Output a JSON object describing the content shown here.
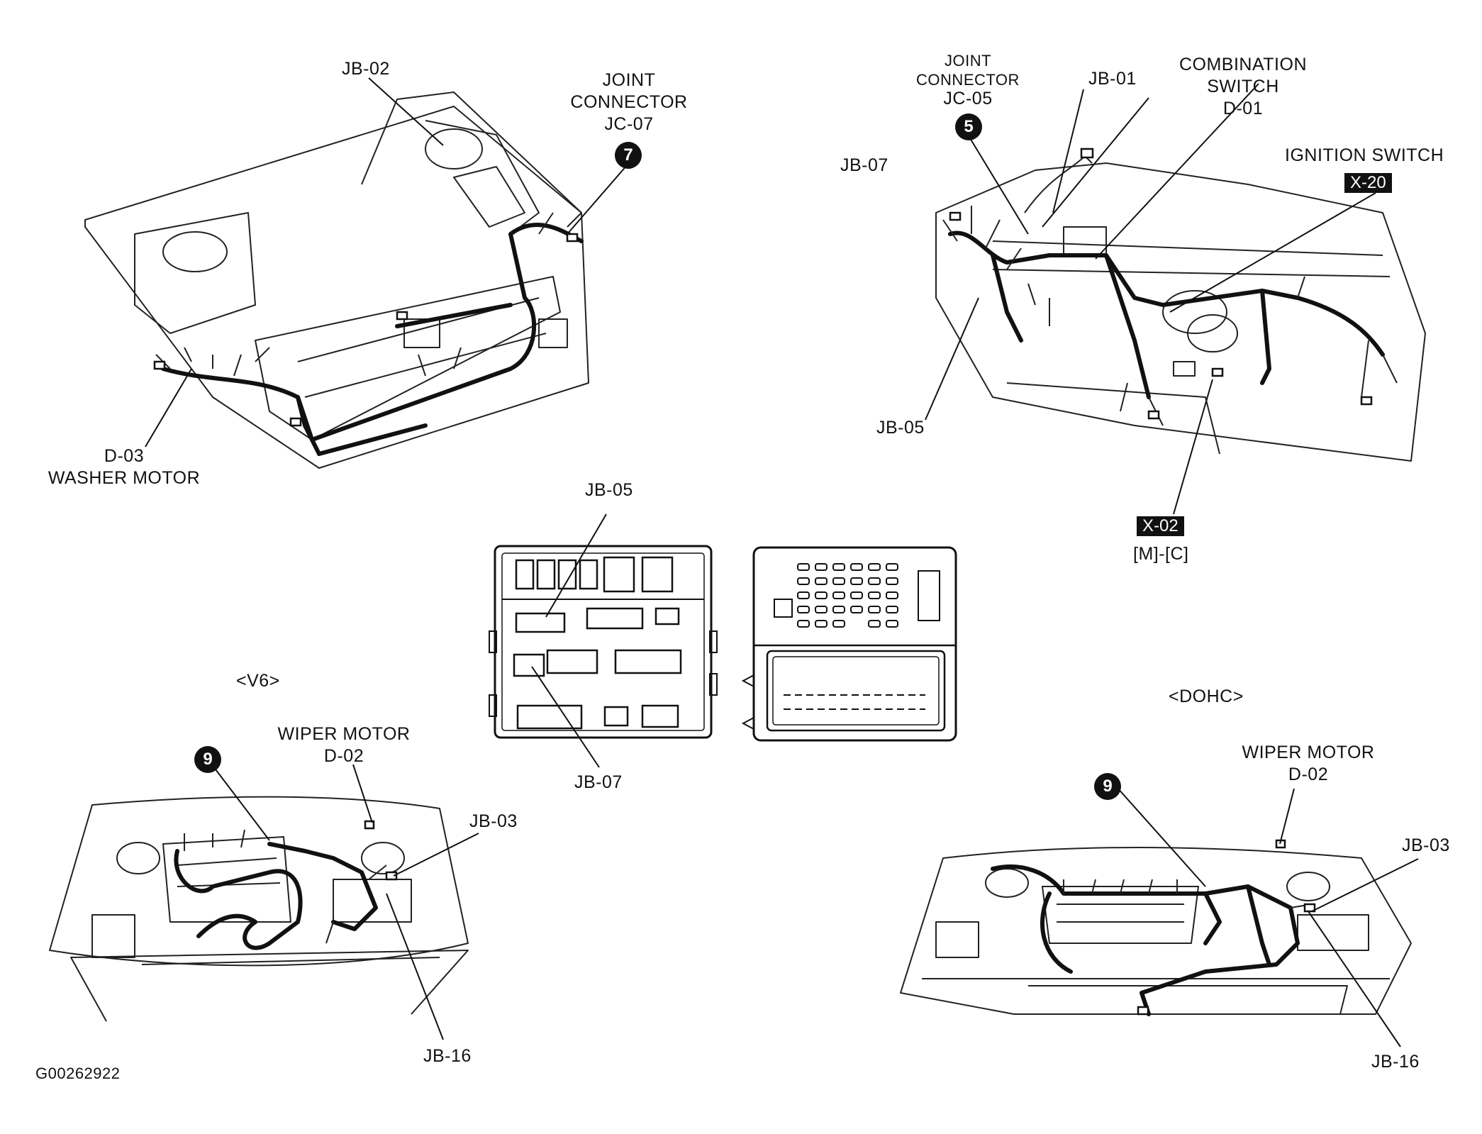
{
  "labels": {
    "jb02": "JB-02",
    "joint_connector_jc07": [
      "JOINT",
      "CONNECTOR",
      "JC-07"
    ],
    "jc07_num": "7",
    "washer_motor": [
      "D-03",
      "WASHER MOTOR"
    ],
    "joint_connector_jc05": [
      "JOINT",
      "CONNECTOR",
      "JC-05"
    ],
    "jc05_num": "5",
    "jb01": "JB-01",
    "combination_switch": [
      "COMBINATION",
      "SWITCH",
      "D-01"
    ],
    "ignition_switch": "IGNITION SWITCH",
    "x20": "X-20",
    "jb07_top": "JB-07",
    "jb05_top": "JB-05",
    "x02": "X-02",
    "x02_sub": "[M]-[C]",
    "jb05_mid": "JB-05",
    "jb07_mid": "JB-07",
    "v6": "<V6>",
    "dohc": "<DOHC>",
    "wiper_motor_left": [
      "WIPER MOTOR",
      "D-02"
    ],
    "num9_left": "9",
    "jb03_left": "JB-03",
    "jb16_left": "JB-16",
    "wiper_motor_right": [
      "WIPER MOTOR",
      "D-02"
    ],
    "num9_right": "9",
    "jb03_right": "JB-03",
    "jb16_right": "JB-16",
    "figure_id": "G00262922"
  }
}
